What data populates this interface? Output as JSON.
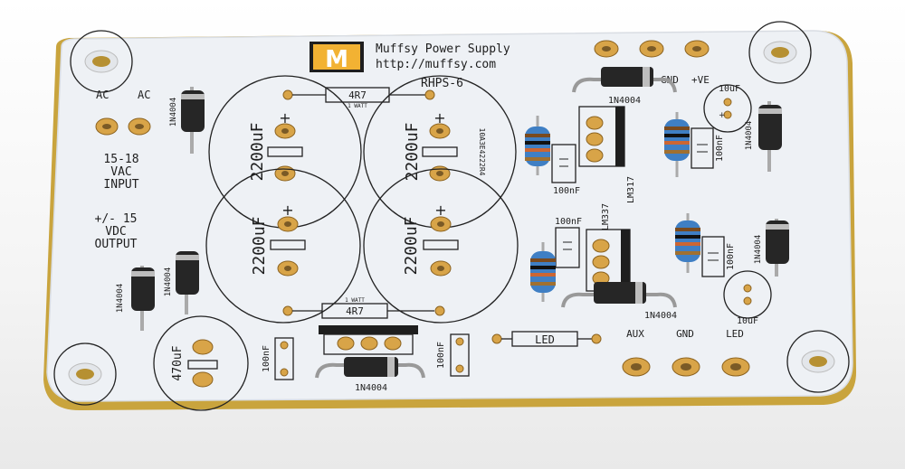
{
  "board": {
    "title": "Muffsy Power Supply",
    "url": "http://muffsy.com",
    "model": "RHPS-6",
    "logo_letter": "M"
  },
  "input": {
    "ac_label_left": "AC",
    "ac_label_right": "AC",
    "voltage": "15-18",
    "type": "VAC",
    "label": "INPUT"
  },
  "output": {
    "voltage": "+/- 15",
    "type": "VDC",
    "label": "OUTPUT"
  },
  "rails": {
    "gnd": "GND",
    "positive": "+VE"
  },
  "connectors": {
    "aux": "AUX",
    "gnd": "GND",
    "led": "LED"
  },
  "components": {
    "resistor_value": "4R7",
    "resistor_rating": "1 WATT",
    "main_cap": "2200uF",
    "small_cap_top": "10uF",
    "small_cap_bottom": "10uF",
    "big_cap_bottom": "470uF",
    "film_cap": "100nF",
    "diode": "1N4004",
    "regulator_positive": "LM317",
    "regulator_negative": "LM337",
    "led_label": "LED",
    "cap_part_number": "10A3E4222R4"
  },
  "colors": {
    "pcb": "#eef1f5",
    "silkscreen": "#1e1e1e",
    "pad_gold": "#d8a448",
    "logo_bg": "#f2b233"
  }
}
